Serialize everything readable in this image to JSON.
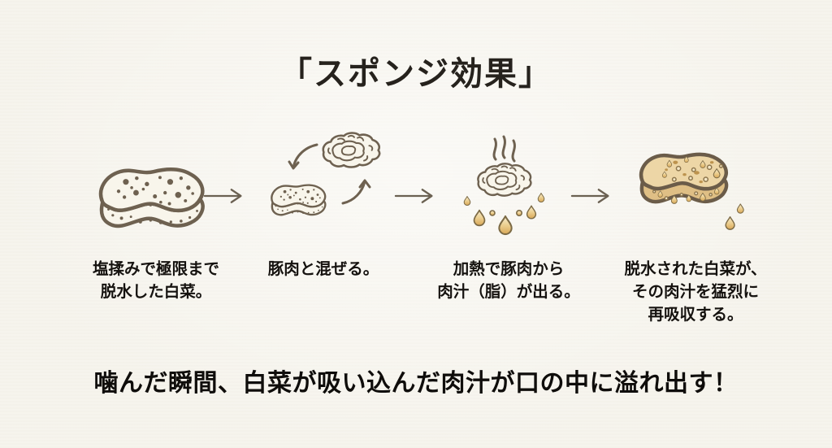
{
  "title": "「スポンジ効果」",
  "steps": [
    {
      "icon": "dry-sponge-hakusai-icon",
      "caption_lines": [
        "塩揉みで極限まで",
        "脱水した白菜。"
      ]
    },
    {
      "icon": "mix-sponge-with-meat-icon",
      "caption_lines": [
        "豚肉と混ぜる。"
      ]
    },
    {
      "icon": "heated-meat-dripping-juice-icon",
      "caption_lines": [
        "加熱で豚肉から",
        "肉汁（脂）が出る。"
      ]
    },
    {
      "icon": "soaked-golden-sponge-icon",
      "caption_lines": [
        "脱水された白菜が、",
        "その肉汁を猛烈に",
        "再吸収する。"
      ]
    }
  ],
  "flow_arrows": [
    "arrow-right-icon",
    "arrow-right-icon",
    "arrow-right-icon"
  ],
  "conclusion": "噛んだ瞬間、白菜が吸い込んだ肉汁が口の中に溢れ出す！",
  "colors": {
    "background": "#f6f4ed",
    "line_art_outline": "#6e6150",
    "text_ink": "#15120f",
    "juice_gold_light": "#f6ecd0",
    "juice_gold": "#eccf90",
    "juice_gold_deep": "#d8a757",
    "sponge_soaked_top": "#edd6a6",
    "sponge_soaked_side": "#dfbf85"
  }
}
